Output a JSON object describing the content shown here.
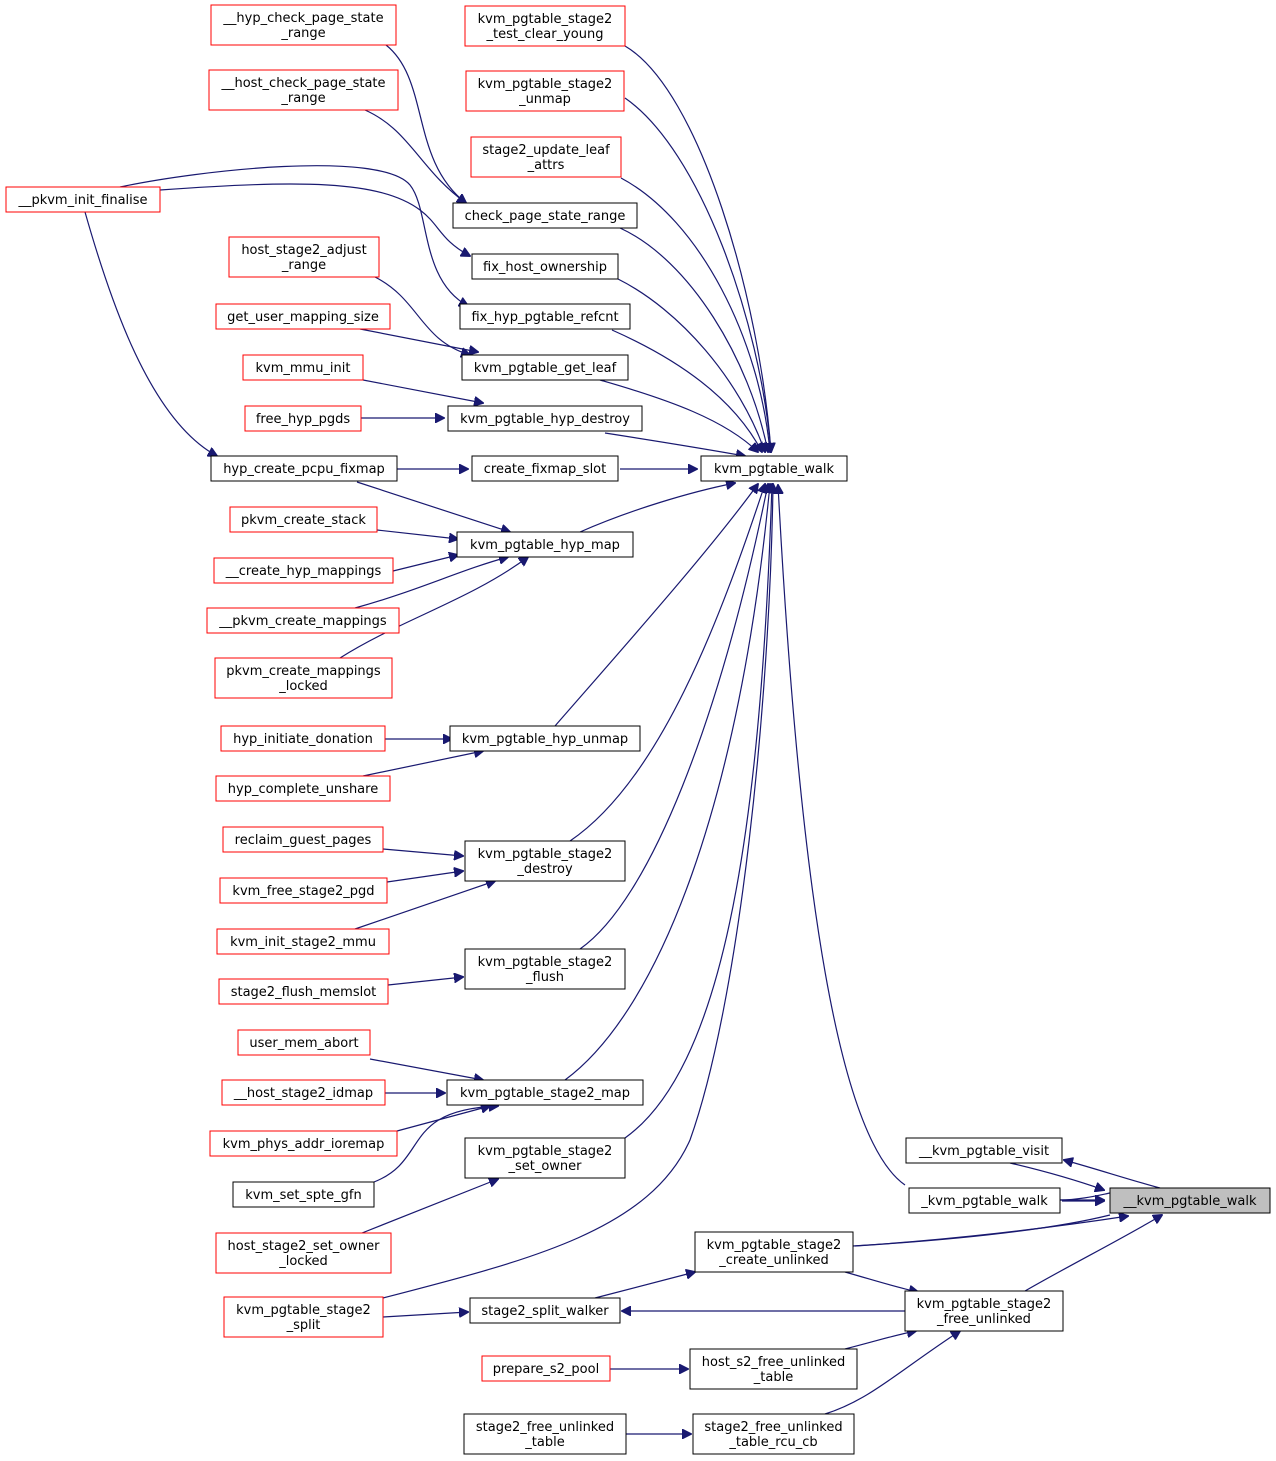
{
  "colors": {
    "edge": "#191970",
    "external_border": "#ff0000",
    "internal_border": "#000000",
    "focus_fill": "#bfbfbf"
  },
  "nodes": {
    "hyp_check_page_state_range": {
      "lines": [
        "__hyp_check_page_state",
        "_range"
      ]
    },
    "host_check_page_state_range": {
      "lines": [
        "__host_check_page_state",
        "_range"
      ]
    },
    "pkvm_init_finalise": {
      "lines": [
        "__pkvm_init_finalise"
      ]
    },
    "host_stage2_adjust_range": {
      "lines": [
        "host_stage2_adjust",
        "_range"
      ]
    },
    "get_user_mapping_size": {
      "lines": [
        "get_user_mapping_size"
      ]
    },
    "kvm_mmu_init": {
      "lines": [
        "kvm_mmu_init"
      ]
    },
    "free_hyp_pgds": {
      "lines": [
        "free_hyp_pgds"
      ]
    },
    "hyp_create_pcpu_fixmap": {
      "lines": [
        "hyp_create_pcpu_fixmap"
      ]
    },
    "pkvm_create_stack": {
      "lines": [
        "pkvm_create_stack"
      ]
    },
    "create_hyp_mappings": {
      "lines": [
        "__create_hyp_mappings"
      ]
    },
    "pkvm_create_mappings": {
      "lines": [
        "__pkvm_create_mappings"
      ]
    },
    "pkvm_create_mappings_locked": {
      "lines": [
        "pkvm_create_mappings",
        "_locked"
      ]
    },
    "hyp_initiate_donation": {
      "lines": [
        "hyp_initiate_donation"
      ]
    },
    "hyp_complete_unshare": {
      "lines": [
        "hyp_complete_unshare"
      ]
    },
    "reclaim_guest_pages": {
      "lines": [
        "reclaim_guest_pages"
      ]
    },
    "kvm_free_stage2_pgd": {
      "lines": [
        "kvm_free_stage2_pgd"
      ]
    },
    "kvm_init_stage2_mmu": {
      "lines": [
        "kvm_init_stage2_mmu"
      ]
    },
    "stage2_flush_memslot": {
      "lines": [
        "stage2_flush_memslot"
      ]
    },
    "user_mem_abort": {
      "lines": [
        "user_mem_abort"
      ]
    },
    "host_stage2_idmap": {
      "lines": [
        "__host_stage2_idmap"
      ]
    },
    "kvm_phys_addr_ioremap": {
      "lines": [
        "kvm_phys_addr_ioremap"
      ]
    },
    "kvm_set_spte_gfn": {
      "lines": [
        "kvm_set_spte_gfn"
      ]
    },
    "host_stage2_set_owner_locked": {
      "lines": [
        "host_stage2_set_owner",
        "_locked"
      ]
    },
    "kvm_pgtable_stage2_split": {
      "lines": [
        "kvm_pgtable_stage2",
        "_split"
      ]
    },
    "prepare_s2_pool": {
      "lines": [
        "prepare_s2_pool"
      ]
    },
    "stage2_free_unlinked_table": {
      "lines": [
        "stage2_free_unlinked",
        "_table"
      ]
    },
    "kvm_pgtable_stage2_test_clear_young": {
      "lines": [
        "kvm_pgtable_stage2",
        "_test_clear_young"
      ]
    },
    "kvm_pgtable_stage2_unmap": {
      "lines": [
        "kvm_pgtable_stage2",
        "_unmap"
      ]
    },
    "stage2_update_leaf_attrs": {
      "lines": [
        "stage2_update_leaf",
        "_attrs"
      ]
    },
    "check_page_state_range": {
      "lines": [
        "check_page_state_range"
      ]
    },
    "fix_host_ownership": {
      "lines": [
        "fix_host_ownership"
      ]
    },
    "fix_hyp_pgtable_refcnt": {
      "lines": [
        "fix_hyp_pgtable_refcnt"
      ]
    },
    "kvm_pgtable_get_leaf": {
      "lines": [
        "kvm_pgtable_get_leaf"
      ]
    },
    "kvm_pgtable_hyp_destroy": {
      "lines": [
        "kvm_pgtable_hyp_destroy"
      ]
    },
    "create_fixmap_slot": {
      "lines": [
        "create_fixmap_slot"
      ]
    },
    "kvm_pgtable_hyp_map": {
      "lines": [
        "kvm_pgtable_hyp_map"
      ]
    },
    "kvm_pgtable_hyp_unmap": {
      "lines": [
        "kvm_pgtable_hyp_unmap"
      ]
    },
    "kvm_pgtable_stage2_destroy": {
      "lines": [
        "kvm_pgtable_stage2",
        "_destroy"
      ]
    },
    "kvm_pgtable_stage2_flush": {
      "lines": [
        "kvm_pgtable_stage2",
        "_flush"
      ]
    },
    "kvm_pgtable_stage2_map": {
      "lines": [
        "kvm_pgtable_stage2_map"
      ]
    },
    "kvm_pgtable_stage2_set_owner": {
      "lines": [
        "kvm_pgtable_stage2",
        "_set_owner"
      ]
    },
    "stage2_split_walker": {
      "lines": [
        "stage2_split_walker"
      ]
    },
    "host_s2_free_unlinked_table": {
      "lines": [
        "host_s2_free_unlinked",
        "_table"
      ]
    },
    "stage2_free_unlinked_table_rcu_cb": {
      "lines": [
        "stage2_free_unlinked",
        "_table_rcu_cb"
      ]
    },
    "kvm_pgtable_walk": {
      "lines": [
        "kvm_pgtable_walk"
      ]
    },
    "kvm_pgtable_stage2_create_unlinked": {
      "lines": [
        "kvm_pgtable_stage2",
        "_create_unlinked"
      ]
    },
    "kvm_pgtable_visit": {
      "lines": [
        "__kvm_pgtable_visit"
      ]
    },
    "_kvm_pgtable_walk": {
      "lines": [
        "_kvm_pgtable_walk"
      ]
    },
    "kvm_pgtable_stage2_free_unlinked": {
      "lines": [
        "kvm_pgtable_stage2",
        "_free_unlinked"
      ]
    },
    "__kvm_pgtable_walk": {
      "lines": [
        "__kvm_pgtable_walk"
      ]
    }
  }
}
